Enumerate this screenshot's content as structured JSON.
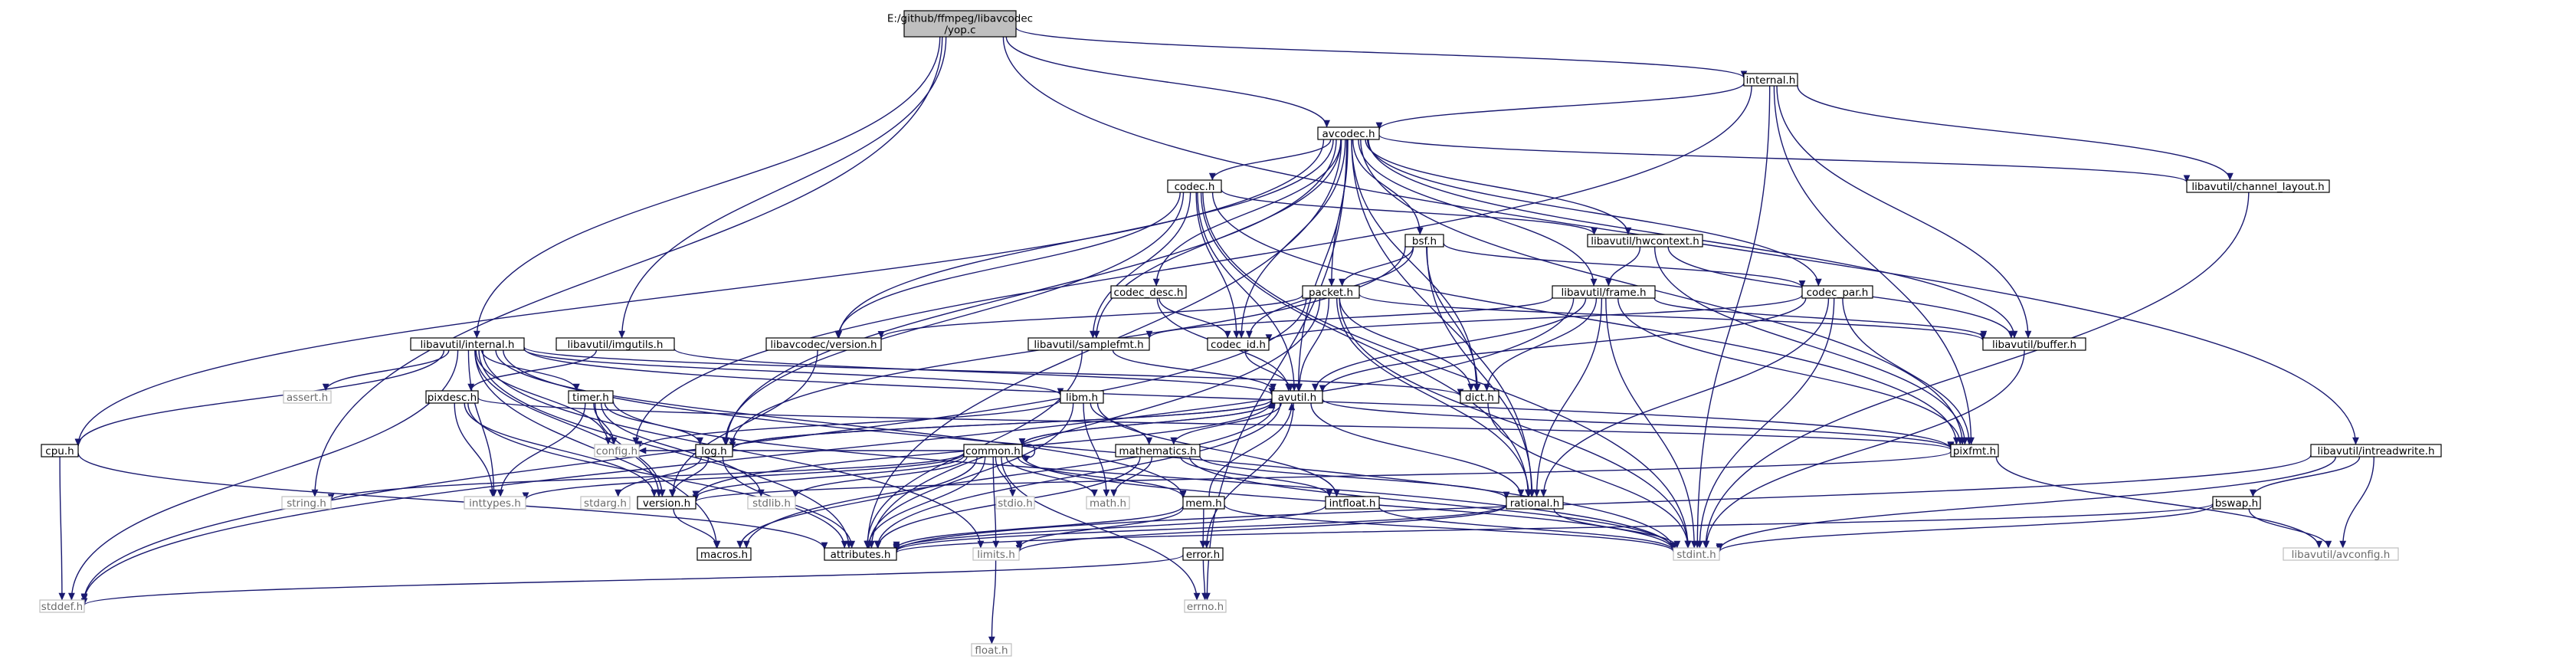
{
  "diagram": {
    "title_lines": [
      "E:/github/ffmpeg/libavcodec",
      "/yop.c"
    ],
    "colors": {
      "root_fill": "#bfbfbf",
      "node_stroke": "#000000",
      "missing_stroke": "#bfbfbf",
      "edge": "#191970",
      "missing_text": "#6b6b6b",
      "text": "#000000"
    },
    "nodes": [
      {
        "id": "root",
        "label": "E:/github/ffmpeg/libavcodec\n/yop.c",
        "style": "root"
      },
      {
        "id": "internal_h",
        "label": "internal.h",
        "style": "doc"
      },
      {
        "id": "avcodec_h",
        "label": "avcodec.h",
        "style": "doc"
      },
      {
        "id": "libavutil_channel_layout_h",
        "label": "libavutil/channel_layout.h",
        "style": "doc"
      },
      {
        "id": "codec_h",
        "label": "codec.h",
        "style": "doc"
      },
      {
        "id": "bsf_h",
        "label": "bsf.h",
        "style": "doc"
      },
      {
        "id": "libavutil_hwcontext_h",
        "label": "libavutil/hwcontext.h",
        "style": "doc"
      },
      {
        "id": "codec_par_h",
        "label": "codec_par.h",
        "style": "doc"
      },
      {
        "id": "codec_desc_h",
        "label": "codec_desc.h",
        "style": "doc"
      },
      {
        "id": "packet_h",
        "label": "packet.h",
        "style": "doc"
      },
      {
        "id": "libavutil_frame_h",
        "label": "libavutil/frame.h",
        "style": "doc"
      },
      {
        "id": "libavutil_buffer_h",
        "label": "libavutil/buffer.h",
        "style": "doc"
      },
      {
        "id": "libavutil_internal_h",
        "label": "libavutil/internal.h",
        "style": "doc"
      },
      {
        "id": "libavutil_imgutils_h",
        "label": "libavutil/imgutils.h",
        "style": "doc"
      },
      {
        "id": "libavcodec_version_h",
        "label": "libavcodec/version.h",
        "style": "doc"
      },
      {
        "id": "libavutil_samplefmt_h",
        "label": "libavutil/samplefmt.h",
        "style": "doc"
      },
      {
        "id": "codec_id_h",
        "label": "codec_id.h",
        "style": "doc"
      },
      {
        "id": "assert_h",
        "label": "assert.h",
        "style": "missing"
      },
      {
        "id": "libm_h",
        "label": "libm.h",
        "style": "doc"
      },
      {
        "id": "avutil_h",
        "label": "avutil.h",
        "style": "doc"
      },
      {
        "id": "dict_h",
        "label": "dict.h",
        "style": "doc"
      },
      {
        "id": "pixdesc_h",
        "label": "pixdesc.h",
        "style": "doc"
      },
      {
        "id": "timer_h",
        "label": "timer.h",
        "style": "doc"
      },
      {
        "id": "cpu_h",
        "label": "cpu.h",
        "style": "doc"
      },
      {
        "id": "config_h",
        "label": "config.h",
        "style": "missing"
      },
      {
        "id": "log_h",
        "label": "log.h",
        "style": "doc"
      },
      {
        "id": "mathematics_h",
        "label": "mathematics.h",
        "style": "doc"
      },
      {
        "id": "pixfmt_h",
        "label": "pixfmt.h",
        "style": "doc"
      },
      {
        "id": "libavutil_intreadwrite_h",
        "label": "libavutil/intreadwrite.h",
        "style": "doc"
      },
      {
        "id": "common_h",
        "label": "common.h",
        "style": "doc"
      },
      {
        "id": "string_h",
        "label": "string.h",
        "style": "missing"
      },
      {
        "id": "inttypes_h",
        "label": "inttypes.h",
        "style": "missing"
      },
      {
        "id": "stdarg_h",
        "label": "stdarg.h",
        "style": "missing"
      },
      {
        "id": "version_h",
        "label": "version.h",
        "style": "doc"
      },
      {
        "id": "stdlib_h",
        "label": "stdlib.h",
        "style": "missing"
      },
      {
        "id": "stdio_h",
        "label": "stdio.h",
        "style": "missing"
      },
      {
        "id": "math_h",
        "label": "math.h",
        "style": "missing"
      },
      {
        "id": "mem_h",
        "label": "mem.h",
        "style": "doc"
      },
      {
        "id": "intfloat_h",
        "label": "intfloat.h",
        "style": "doc"
      },
      {
        "id": "rational_h",
        "label": "rational.h",
        "style": "doc"
      },
      {
        "id": "bswap_h",
        "label": "bswap.h",
        "style": "doc"
      },
      {
        "id": "macros_h",
        "label": "macros.h",
        "style": "doc"
      },
      {
        "id": "attributes_h",
        "label": "attributes.h",
        "style": "doc"
      },
      {
        "id": "limits_h",
        "label": "limits.h",
        "style": "missing"
      },
      {
        "id": "stdint_h",
        "label": "stdint.h",
        "style": "missing"
      },
      {
        "id": "avconfig_h",
        "label": "libavutil/avconfig.h",
        "style": "missing"
      },
      {
        "id": "error_h",
        "label": "error.h",
        "style": "doc"
      },
      {
        "id": "stddef_h",
        "label": "stddef.h",
        "style": "missing"
      },
      {
        "id": "errno_h",
        "label": "errno.h",
        "style": "missing"
      },
      {
        "id": "float_h",
        "label": "float.h",
        "style": "missing"
      }
    ],
    "edges": [
      [
        "root",
        "internal_h"
      ],
      [
        "root",
        "avcodec_h"
      ],
      [
        "root",
        "libavutil_internal_h"
      ],
      [
        "root",
        "libavutil_imgutils_h"
      ],
      [
        "root",
        "libavutil_intreadwrite_h"
      ],
      [
        "root",
        "string_h"
      ],
      [
        "internal_h",
        "avcodec_h"
      ],
      [
        "internal_h",
        "libavutil_buffer_h"
      ],
      [
        "internal_h",
        "libavutil_channel_layout_h"
      ],
      [
        "internal_h",
        "pixfmt_h"
      ],
      [
        "internal_h",
        "stdint_h"
      ],
      [
        "internal_h",
        "config_h"
      ],
      [
        "avcodec_h",
        "libavutil_channel_layout_h"
      ],
      [
        "avcodec_h",
        "codec_h"
      ],
      [
        "avcodec_h",
        "bsf_h"
      ],
      [
        "avcodec_h",
        "libavutil_hwcontext_h"
      ],
      [
        "avcodec_h",
        "codec_par_h"
      ],
      [
        "avcodec_h",
        "codec_desc_h"
      ],
      [
        "avcodec_h",
        "packet_h"
      ],
      [
        "avcodec_h",
        "libavutil_frame_h"
      ],
      [
        "avcodec_h",
        "libavutil_buffer_h"
      ],
      [
        "avcodec_h",
        "libavcodec_version_h"
      ],
      [
        "avcodec_h",
        "libavutil_samplefmt_h"
      ],
      [
        "avcodec_h",
        "codec_id_h"
      ],
      [
        "avcodec_h",
        "avutil_h"
      ],
      [
        "avcodec_h",
        "dict_h"
      ],
      [
        "avcodec_h",
        "log_h"
      ],
      [
        "avcodec_h",
        "pixfmt_h"
      ],
      [
        "avcodec_h",
        "rational_h"
      ],
      [
        "avcodec_h",
        "attributes_h"
      ],
      [
        "avcodec_h",
        "errno_h"
      ],
      [
        "avcodec_h",
        "cpu_h"
      ],
      [
        "libavutil_channel_layout_h",
        "stdint_h"
      ],
      [
        "codec_h",
        "libavutil_hwcontext_h"
      ],
      [
        "codec_h",
        "codec_id_h"
      ],
      [
        "codec_h",
        "libavcodec_version_h"
      ],
      [
        "codec_h",
        "libavutil_samplefmt_h"
      ],
      [
        "codec_h",
        "avutil_h"
      ],
      [
        "codec_h",
        "log_h"
      ],
      [
        "codec_h",
        "pixfmt_h"
      ],
      [
        "codec_h",
        "rational_h"
      ],
      [
        "codec_h",
        "stdint_h"
      ],
      [
        "bsf_h",
        "packet_h"
      ],
      [
        "bsf_h",
        "codec_par_h"
      ],
      [
        "bsf_h",
        "codec_id_h"
      ],
      [
        "bsf_h",
        "dict_h"
      ],
      [
        "bsf_h",
        "log_h"
      ],
      [
        "bsf_h",
        "rational_h"
      ],
      [
        "libavutil_hwcontext_h",
        "libavutil_frame_h"
      ],
      [
        "libavutil_hwcontext_h",
        "libavutil_buffer_h"
      ],
      [
        "libavutil_hwcontext_h",
        "pixfmt_h"
      ],
      [
        "codec_par_h",
        "codec_id_h"
      ],
      [
        "codec_par_h",
        "avutil_h"
      ],
      [
        "codec_par_h",
        "pixfmt_h"
      ],
      [
        "codec_par_h",
        "rational_h"
      ],
      [
        "codec_par_h",
        "stdint_h"
      ],
      [
        "codec_desc_h",
        "codec_id_h"
      ],
      [
        "codec_desc_h",
        "avutil_h"
      ],
      [
        "packet_h",
        "libavutil_buffer_h"
      ],
      [
        "packet_h",
        "libavcodec_version_h"
      ],
      [
        "packet_h",
        "avutil_h"
      ],
      [
        "packet_h",
        "dict_h"
      ],
      [
        "packet_h",
        "rational_h"
      ],
      [
        "packet_h",
        "attributes_h"
      ],
      [
        "packet_h",
        "stdint_h"
      ],
      [
        "packet_h",
        "stddef_h"
      ],
      [
        "libavutil_frame_h",
        "libavutil_buffer_h"
      ],
      [
        "libavutil_frame_h",
        "libavutil_samplefmt_h"
      ],
      [
        "libavutil_frame_h",
        "avutil_h"
      ],
      [
        "libavutil_frame_h",
        "dict_h"
      ],
      [
        "libavutil_frame_h",
        "pixfmt_h"
      ],
      [
        "libavutil_frame_h",
        "rational_h"
      ],
      [
        "libavutil_frame_h",
        "stdint_h"
      ],
      [
        "libavutil_frame_h",
        "stddef_h"
      ],
      [
        "libavutil_buffer_h",
        "stdint_h"
      ],
      [
        "libavutil_internal_h",
        "assert_h"
      ],
      [
        "libavutil_internal_h",
        "config_h"
      ],
      [
        "libavutil_internal_h",
        "attributes_h"
      ],
      [
        "libavutil_internal_h",
        "timer_h"
      ],
      [
        "libavutil_internal_h",
        "cpu_h"
      ],
      [
        "libavutil_internal_h",
        "dict_h"
      ],
      [
        "libavutil_internal_h",
        "macros_h"
      ],
      [
        "libavutil_internal_h",
        "mem_h"
      ],
      [
        "libavutil_internal_h",
        "pixfmt_h"
      ],
      [
        "libavutil_internal_h",
        "version_h"
      ],
      [
        "libavutil_internal_h",
        "libm_h"
      ],
      [
        "libavutil_internal_h",
        "limits_h"
      ],
      [
        "libavutil_internal_h",
        "stdint_h"
      ],
      [
        "libavutil_internal_h",
        "stddef_h"
      ],
      [
        "libavutil_internal_h",
        "inttypes_h"
      ],
      [
        "libavutil_imgutils_h",
        "avutil_h"
      ],
      [
        "libavutil_imgutils_h",
        "pixdesc_h"
      ],
      [
        "libavcodec_version_h",
        "version_h"
      ],
      [
        "libavutil_samplefmt_h",
        "avutil_h"
      ],
      [
        "libavutil_samplefmt_h",
        "attributes_h"
      ],
      [
        "codec_id_h",
        "avutil_h"
      ],
      [
        "libm_h",
        "attributes_h"
      ],
      [
        "libm_h",
        "intfloat_h"
      ],
      [
        "libm_h",
        "mathematics_h"
      ],
      [
        "libm_h",
        "math_h"
      ],
      [
        "libm_h",
        "config_h"
      ],
      [
        "avutil_h",
        "common_h"
      ],
      [
        "avutil_h",
        "error_h"
      ],
      [
        "avutil_h",
        "version_h"
      ],
      [
        "avutil_h",
        "mathematics_h"
      ],
      [
        "avutil_h",
        "rational_h"
      ],
      [
        "avutil_h",
        "log_h"
      ],
      [
        "avutil_h",
        "pixfmt_h"
      ],
      [
        "avutil_h",
        "macros_h"
      ],
      [
        "avutil_h",
        "attributes_h"
      ],
      [
        "dict_h",
        "stdint_h"
      ],
      [
        "pixdesc_h",
        "inttypes_h"
      ],
      [
        "pixdesc_h",
        "attributes_h"
      ],
      [
        "pixdesc_h",
        "pixfmt_h"
      ],
      [
        "pixdesc_h",
        "version_h"
      ],
      [
        "timer_h",
        "config_h"
      ],
      [
        "timer_h",
        "log_h"
      ],
      [
        "timer_h",
        "stdlib_h"
      ],
      [
        "timer_h",
        "stdint_h"
      ],
      [
        "timer_h",
        "inttypes_h"
      ],
      [
        "timer_h",
        "version_h"
      ],
      [
        "cpu_h",
        "attributes_h"
      ],
      [
        "cpu_h",
        "stddef_h"
      ],
      [
        "log_h",
        "stdarg_h"
      ],
      [
        "log_h",
        "avutil_h"
      ],
      [
        "log_h",
        "attributes_h"
      ],
      [
        "log_h",
        "version_h"
      ],
      [
        "mathematics_h",
        "stdint_h"
      ],
      [
        "mathematics_h",
        "math_h"
      ],
      [
        "mathematics_h",
        "attributes_h"
      ],
      [
        "mathematics_h",
        "rational_h"
      ],
      [
        "mathematics_h",
        "intfloat_h"
      ],
      [
        "pixfmt_h",
        "version_h"
      ],
      [
        "pixfmt_h",
        "avconfig_h"
      ],
      [
        "libavutil_intreadwrite_h",
        "stdint_h"
      ],
      [
        "libavutil_intreadwrite_h",
        "avconfig_h"
      ],
      [
        "libavutil_intreadwrite_h",
        "attributes_h"
      ],
      [
        "libavutil_intreadwrite_h",
        "bswap_h"
      ],
      [
        "common_h",
        "common_h"
      ],
      [
        "common_h",
        "errno_h"
      ],
      [
        "common_h",
        "inttypes_h"
      ],
      [
        "common_h",
        "limits_h"
      ],
      [
        "common_h",
        "math_h"
      ],
      [
        "common_h",
        "stdint_h"
      ],
      [
        "common_h",
        "stdio_h"
      ],
      [
        "common_h",
        "stdlib_h"
      ],
      [
        "common_h",
        "string_h"
      ],
      [
        "common_h",
        "attributes_h"
      ],
      [
        "common_h",
        "macros_h"
      ],
      [
        "common_h",
        "version_h"
      ],
      [
        "common_h",
        "config_h"
      ],
      [
        "common_h",
        "mem_h"
      ],
      [
        "common_h",
        "avutil_h"
      ],
      [
        "mem_h",
        "limits_h"
      ],
      [
        "mem_h",
        "stdint_h"
      ],
      [
        "mem_h",
        "attributes_h"
      ],
      [
        "mem_h",
        "error_h"
      ],
      [
        "mem_h",
        "avutil_h"
      ],
      [
        "intfloat_h",
        "stdint_h"
      ],
      [
        "intfloat_h",
        "attributes_h"
      ],
      [
        "rational_h",
        "stdint_h"
      ],
      [
        "rational_h",
        "limits_h"
      ],
      [
        "rational_h",
        "attributes_h"
      ],
      [
        "bswap_h",
        "stdint_h"
      ],
      [
        "bswap_h",
        "avconfig_h"
      ],
      [
        "bswap_h",
        "attributes_h"
      ],
      [
        "version_h",
        "macros_h"
      ],
      [
        "error_h",
        "errno_h"
      ],
      [
        "error_h",
        "stddef_h"
      ],
      [
        "limits_h",
        "float_h"
      ]
    ]
  }
}
